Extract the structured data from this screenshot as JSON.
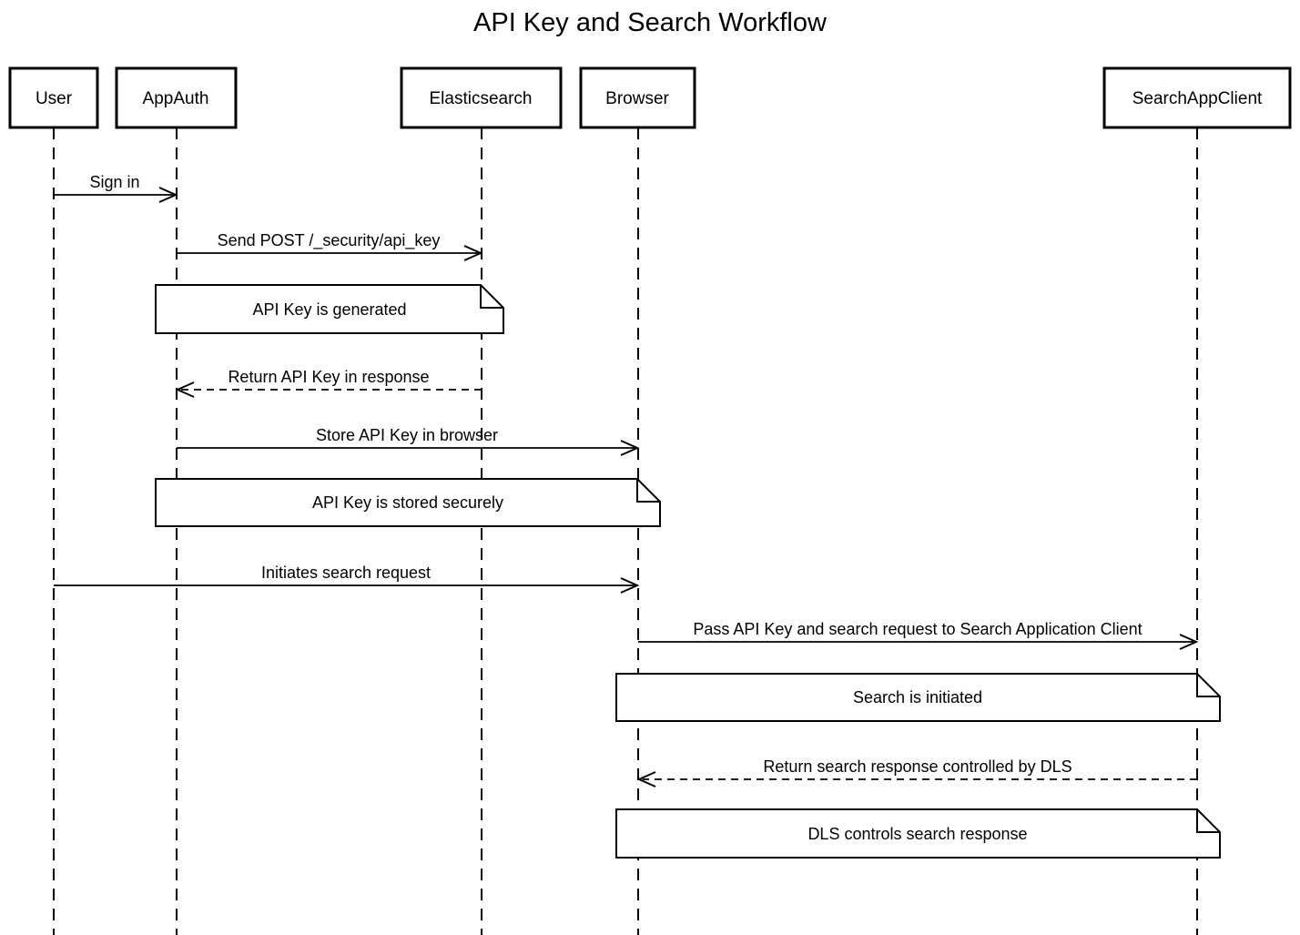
{
  "title": "API Key and Search Workflow",
  "participants": [
    {
      "name": "User"
    },
    {
      "name": "AppAuth"
    },
    {
      "name": "Elasticsearch"
    },
    {
      "name": "Browser"
    },
    {
      "name": "SearchAppClient"
    }
  ],
  "messages": [
    {
      "label": "Sign in",
      "from": "User",
      "to": "AppAuth",
      "line": "solid"
    },
    {
      "label": "Send POST /_security/api_key",
      "from": "AppAuth",
      "to": "Elasticsearch",
      "line": "solid"
    },
    {
      "label": "Return API Key in response",
      "from": "Elasticsearch",
      "to": "AppAuth",
      "line": "dashed"
    },
    {
      "label": "Store API Key in browser",
      "from": "AppAuth",
      "to": "Browser",
      "line": "solid"
    },
    {
      "label": "Initiates search request",
      "from": "User",
      "to": "Browser",
      "line": "solid"
    },
    {
      "label": "Pass API Key and search request to Search Application Client",
      "from": "Browser",
      "to": "SearchAppClient",
      "line": "solid"
    },
    {
      "label": "Return search response controlled by DLS",
      "from": "SearchAppClient",
      "to": "Browser",
      "line": "dashed"
    }
  ],
  "notes": [
    {
      "text": "API Key is generated",
      "over": [
        "AppAuth",
        "Elasticsearch"
      ]
    },
    {
      "text": "API Key is stored securely",
      "over": [
        "AppAuth",
        "Browser"
      ]
    },
    {
      "text": "Search is initiated",
      "over": [
        "Browser",
        "SearchAppClient"
      ]
    },
    {
      "text": "DLS controls search response",
      "over": [
        "Browser",
        "SearchAppClient"
      ]
    }
  ],
  "colors": {
    "stroke": "#000000",
    "fill": "#ffffff",
    "text": "#000000"
  }
}
